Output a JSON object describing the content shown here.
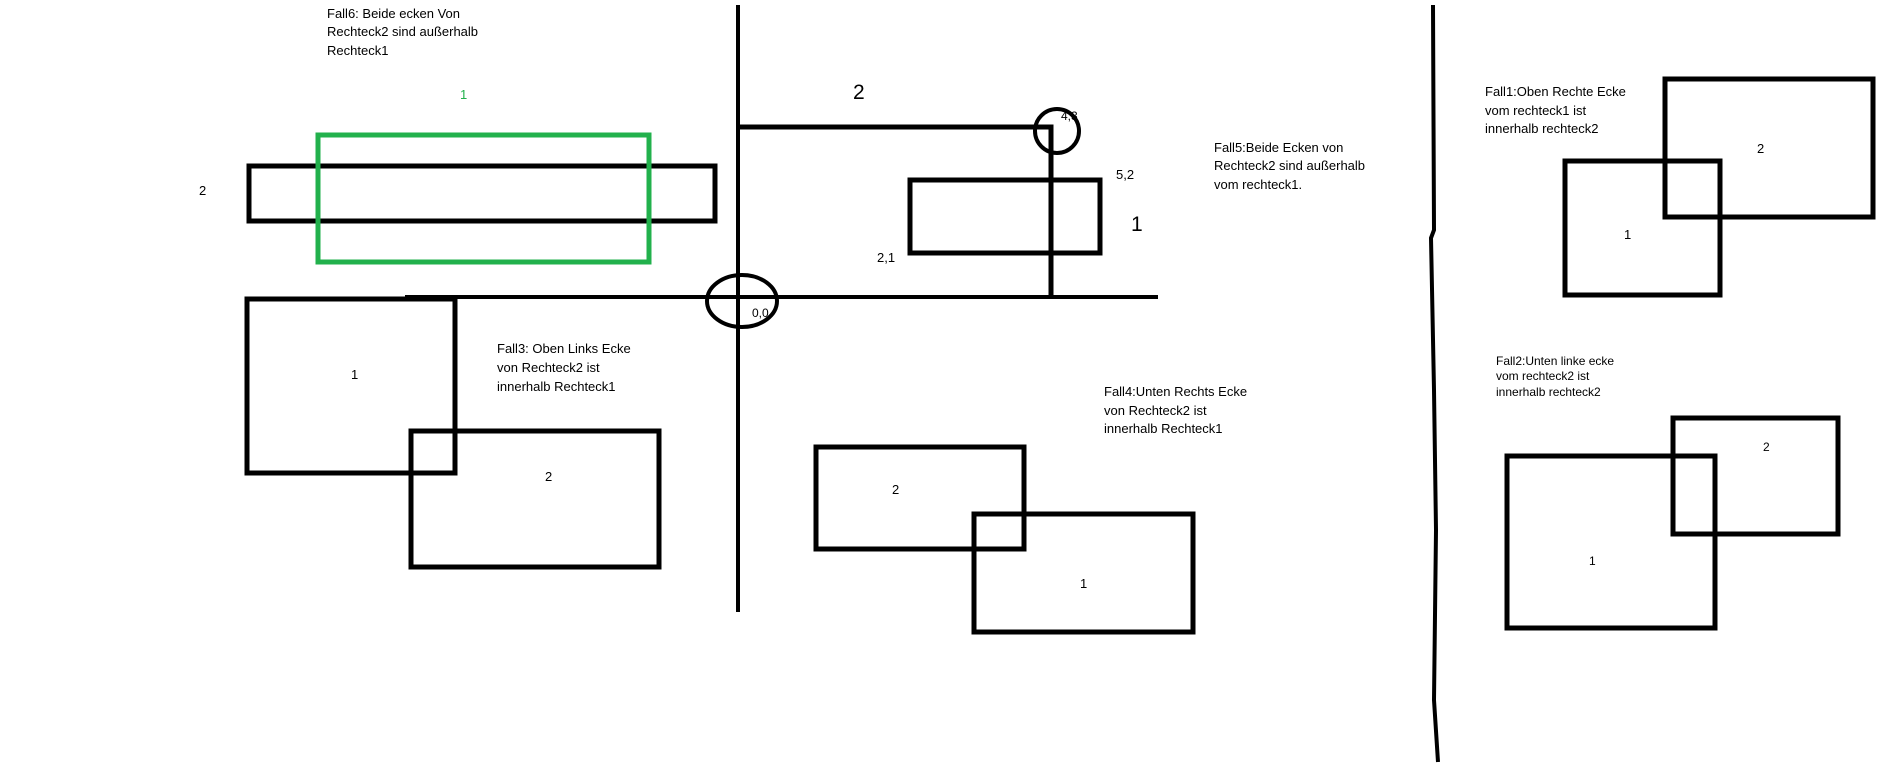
{
  "colors": {
    "ink": "#000000",
    "highlight": "#22b14c",
    "background": "#ffffff"
  },
  "fall6": {
    "caption": [
      "Fall6: Beide ecken Von",
      "Rechteck2 sind außerhalb",
      "Rechteck1"
    ],
    "label_1": "1",
    "label_2": "2"
  },
  "fall3": {
    "caption": [
      "Fall3: Oben Links Ecke",
      "von Rechteck2 ist",
      "innerhalb Rechteck1"
    ],
    "label_1": "1",
    "label_2": "2"
  },
  "fall5": {
    "caption": [
      "Fall5:Beide Ecken von",
      "Rechteck2 sind außerhalb",
      "vom rechteck1."
    ],
    "label_1": "1",
    "label_2": "2",
    "coord_origin": "0,0",
    "coord_top_right": "4,3",
    "coord_inner_top_right": "5,2",
    "coord_inner_bottom_left": "2,1"
  },
  "fall4": {
    "caption": [
      "Fall4:Unten Rechts Ecke",
      "von Rechteck2 ist",
      "innerhalb Rechteck1"
    ],
    "label_1": "1",
    "label_2": "2"
  },
  "fall1": {
    "caption": [
      "Fall1:Oben Rechte Ecke",
      "vom rechteck1 ist",
      "innerhalb rechteck2"
    ],
    "label_1": "1",
    "label_2": "2"
  },
  "fall2": {
    "caption": [
      "Fall2:Unten linke ecke",
      "vom rechteck2 ist",
      "innerhalb rechteck2"
    ],
    "label_1": "1",
    "label_2": "2"
  }
}
